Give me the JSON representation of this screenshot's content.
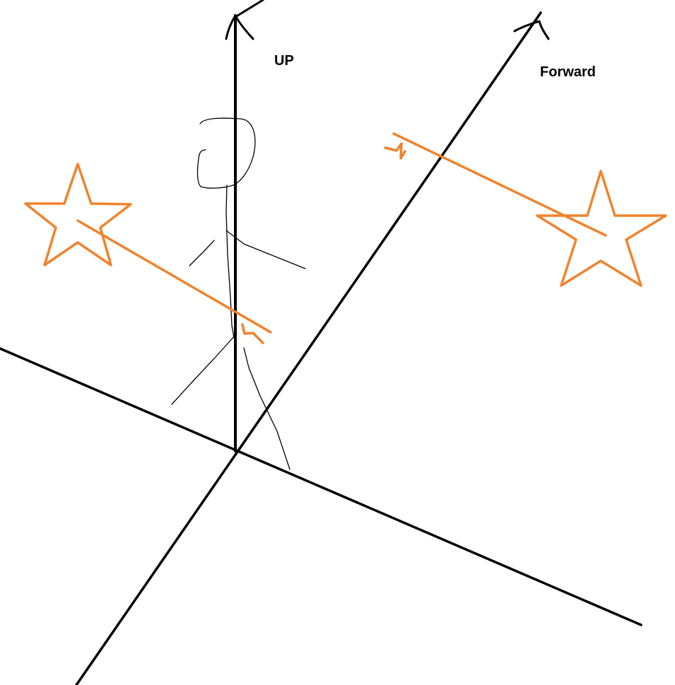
{
  "labels": {
    "up": "UP",
    "forward": "Forward"
  },
  "colors": {
    "background": "#ffffff",
    "axis": "#000000",
    "figure": "#000000",
    "highlight": "#f0832d"
  },
  "icons": {
    "left_star": "star-outline",
    "right_star": "star-outline",
    "figure": "stick-figure"
  }
}
